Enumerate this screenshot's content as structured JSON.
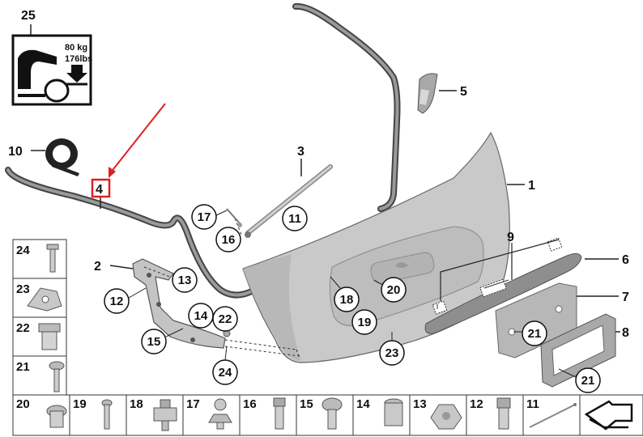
{
  "diagram": {
    "warning_box": {
      "number": "25",
      "weight_kg": "80 kg",
      "weight_lbs": "176lbs"
    },
    "callouts": {
      "part_1": "1",
      "part_2": "2",
      "part_3": "3",
      "part_4": "4",
      "part_5": "5",
      "part_6": "6",
      "part_7": "7",
      "part_8": "8",
      "part_9": "9",
      "part_10": "10",
      "circle_11": "11",
      "circle_12": "12",
      "circle_13": "13",
      "circle_14": "14",
      "circle_15": "15",
      "circle_16": "16",
      "circle_17": "17",
      "circle_18": "18",
      "circle_19": "19",
      "circle_20": "20",
      "circle_21a": "21",
      "circle_21b": "21",
      "circle_22": "22",
      "circle_23": "23",
      "circle_24": "24"
    },
    "side_column": [
      "24",
      "23",
      "22",
      "21"
    ],
    "bottom_row": [
      "20",
      "19",
      "18",
      "17",
      "16",
      "15",
      "14",
      "13",
      "12",
      "11"
    ],
    "highlight": {
      "label": "4",
      "color": "#e02020"
    },
    "colors": {
      "line": "#222222",
      "part_fill": "#c9c9c9",
      "part_dark": "#7a7a7a",
      "accent_red": "#e02020"
    }
  }
}
